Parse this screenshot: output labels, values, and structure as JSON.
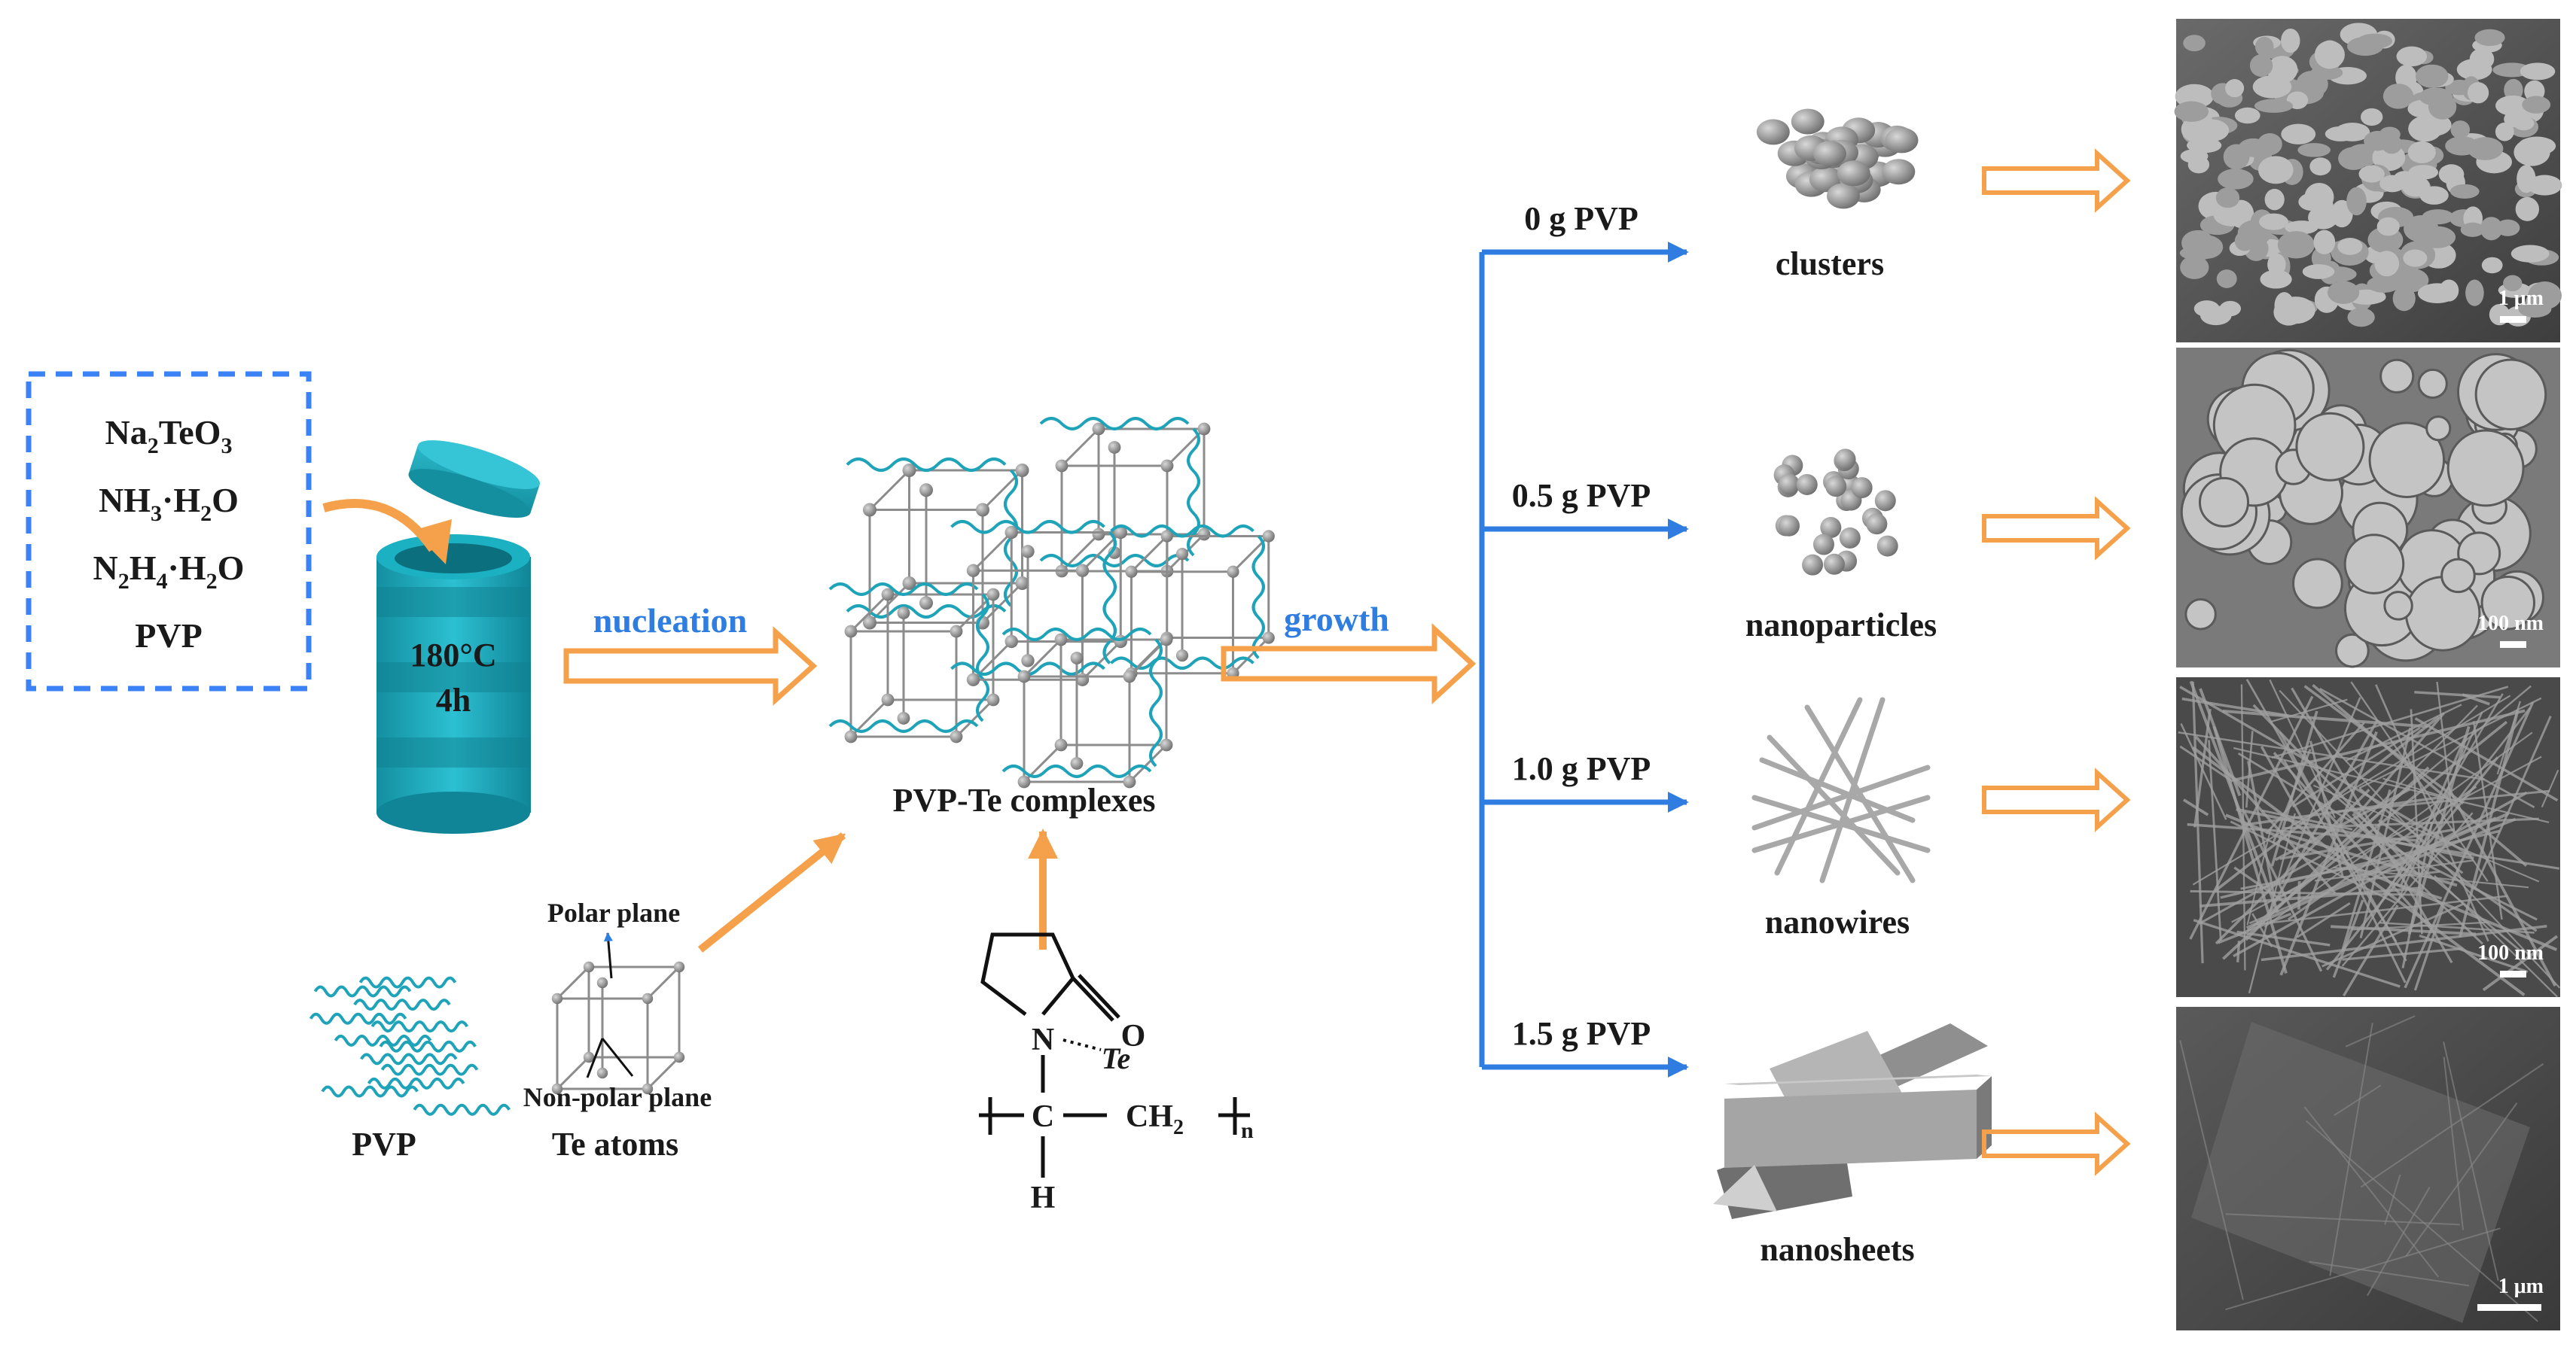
{
  "reagents": {
    "na2teo3": {
      "base1": "Na",
      "sub1": "2",
      "base2": "TeO",
      "sub2": "3"
    },
    "nh3h2o": {
      "base1": "NH",
      "sub1": "3",
      "base2": "·H",
      "sub2": "2",
      "base3": "O"
    },
    "n2h4h2o": {
      "base1": "N",
      "sub1": "2",
      "base2": "H",
      "sub2": "4",
      "base3": "·H",
      "sub3": "2",
      "base4": "O"
    },
    "pvp": "PVP"
  },
  "autoclave": {
    "temperature": "180°C",
    "time": "4h"
  },
  "steps": {
    "nucleation": "nucleation",
    "growth": "growth"
  },
  "complex_label": "PVP-Te complexes",
  "inputs": {
    "pvp_label": "PVP",
    "te_label": "Te atoms",
    "polar_plane": "Polar plane",
    "nonpolar_plane": "Non-polar plane"
  },
  "structure": {
    "nitrogen": "N",
    "oxygen": "O",
    "tellurium": "Te",
    "carbon": "C",
    "ch2_base": "CH",
    "ch2_sub": "2",
    "hydrogen": "H",
    "repeat_n": "n"
  },
  "branches": [
    {
      "amount": "0 g PVP",
      "product": "clusters",
      "scale": "1 μm"
    },
    {
      "amount": "0.5 g PVP",
      "product": "nanoparticles",
      "scale": "100 nm"
    },
    {
      "amount": "1.0 g PVP",
      "product": "nanowires",
      "scale": "100 nm"
    },
    {
      "amount": "1.5 g PVP",
      "product": "nanosheets",
      "scale": "1 μm"
    }
  ],
  "colors": {
    "blue_arrow": "#2f7de0",
    "orange_arrow": "#f5a04a",
    "teal": "#1fa3b8",
    "dashed_box": "#3b82f6",
    "gray": "#9a9a9a"
  }
}
